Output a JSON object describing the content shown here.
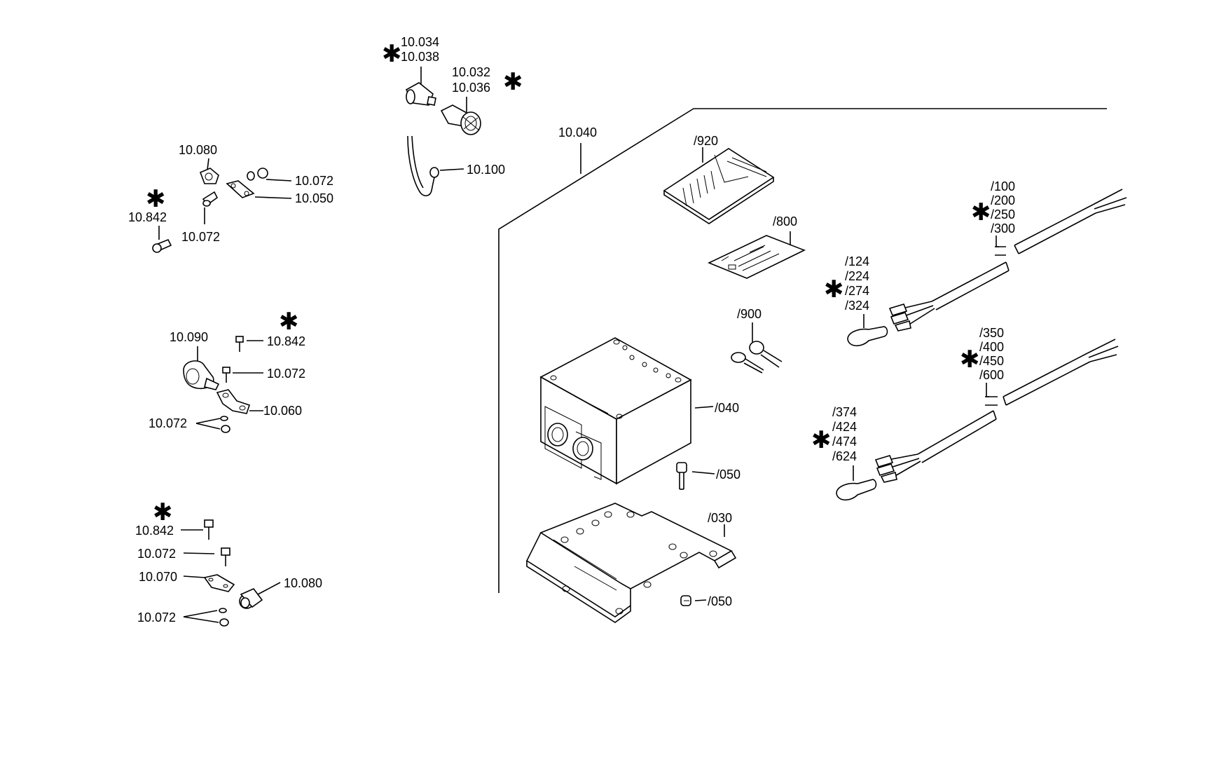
{
  "marker_symbol": "✱",
  "labels": {
    "l_10034": "10.034",
    "l_10038": "10.038",
    "l_10032": "10.032",
    "l_10036": "10.036",
    "l_10100": "10.100",
    "l_10040": "10.040",
    "l_10080a": "10.080",
    "l_10072a": "10.072",
    "l_10050": "10.050",
    "l_10842a": "10.842",
    "l_10072b": "10.072",
    "l_10090": "10.090",
    "l_10842b": "10.842",
    "l_10072c": "10.072",
    "l_10060": "10.060",
    "l_10072d": "10.072",
    "l_10842c": "10.842",
    "l_10072e": "10.072",
    "l_10070": "10.070",
    "l_10080b": "10.080",
    "l_10072f": "10.072",
    "p_920": "/920",
    "p_800": "/800",
    "p_900": "/900",
    "p_040": "/040",
    "p_050a": "/050",
    "p_030": "/030",
    "p_050b": "/050",
    "p_100": "/100",
    "p_200": "/200",
    "p_250": "/250",
    "p_300": "/300",
    "p_124": "/124",
    "p_224": "/224",
    "p_274": "/274",
    "p_324": "/324",
    "p_350": "/350",
    "p_400": "/400",
    "p_450": "/450",
    "p_600": "/600",
    "p_374": "/374",
    "p_424": "/424",
    "p_474": "/474",
    "p_624": "/624"
  }
}
